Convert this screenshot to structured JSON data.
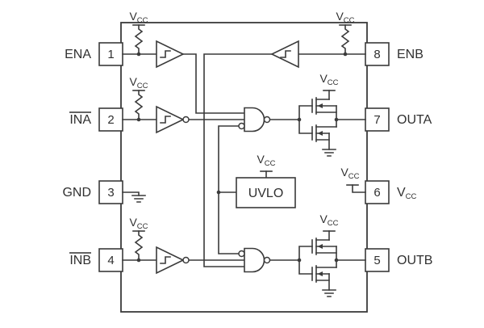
{
  "labels": {
    "vcc_main": "V",
    "vcc_sub": "CC",
    "uvlo": "UVLO"
  },
  "pins": {
    "left": [
      {
        "number": "1",
        "name": "ENA",
        "overline": false
      },
      {
        "number": "2",
        "name": "INA",
        "overline": true
      },
      {
        "number": "3",
        "name": "GND",
        "overline": false
      },
      {
        "number": "4",
        "name": "INB",
        "overline": true
      }
    ],
    "right": [
      {
        "number": "8",
        "name": "ENB"
      },
      {
        "number": "7",
        "name": "OUTA"
      },
      {
        "number": "6",
        "name": "VCC",
        "subscript": true
      },
      {
        "number": "5",
        "name": "OUTB"
      }
    ]
  },
  "colors": {
    "line": "#3a3a3a",
    "text": "#303030",
    "background": "#ffffff"
  }
}
